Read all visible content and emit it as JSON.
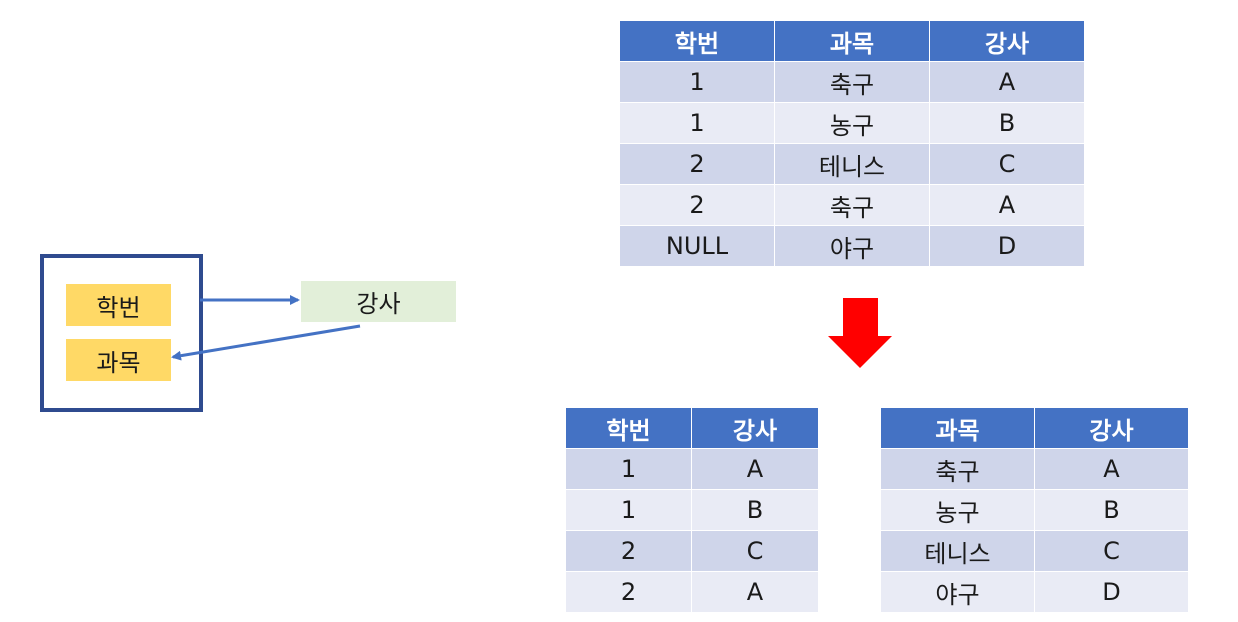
{
  "dependency": {
    "determinant_1": "학번",
    "determinant_2": "과목",
    "dependent": "강사"
  },
  "main_table": {
    "headers": [
      "학번",
      "과목",
      "강사"
    ],
    "rows": [
      [
        "1",
        "축구",
        "A"
      ],
      [
        "1",
        "농구",
        "B"
      ],
      [
        "2",
        "테니스",
        "C"
      ],
      [
        "2",
        "축구",
        "A"
      ],
      [
        "NULL",
        "야구",
        "D"
      ]
    ]
  },
  "table_left": {
    "headers": [
      "학번",
      "강사"
    ],
    "rows": [
      [
        "1",
        "A"
      ],
      [
        "1",
        "B"
      ],
      [
        "2",
        "C"
      ],
      [
        "2",
        "A"
      ]
    ]
  },
  "table_right": {
    "headers": [
      "과목",
      "강사"
    ],
    "rows": [
      [
        "축구",
        "A"
      ],
      [
        "농구",
        "B"
      ],
      [
        "테니스",
        "C"
      ],
      [
        "야구",
        "D"
      ]
    ]
  },
  "colors": {
    "header": "#4472c4",
    "row_odd": "#cfd5ea",
    "row_even": "#e9ebf5",
    "attr_key": "#ffd966",
    "attr_dependent": "#e2efd9",
    "box_border": "#2f4b8f",
    "arrow": "#4472c4",
    "decompose_arrow": "#ff0000"
  },
  "icons": {
    "decompose": "down-arrow-icon"
  }
}
